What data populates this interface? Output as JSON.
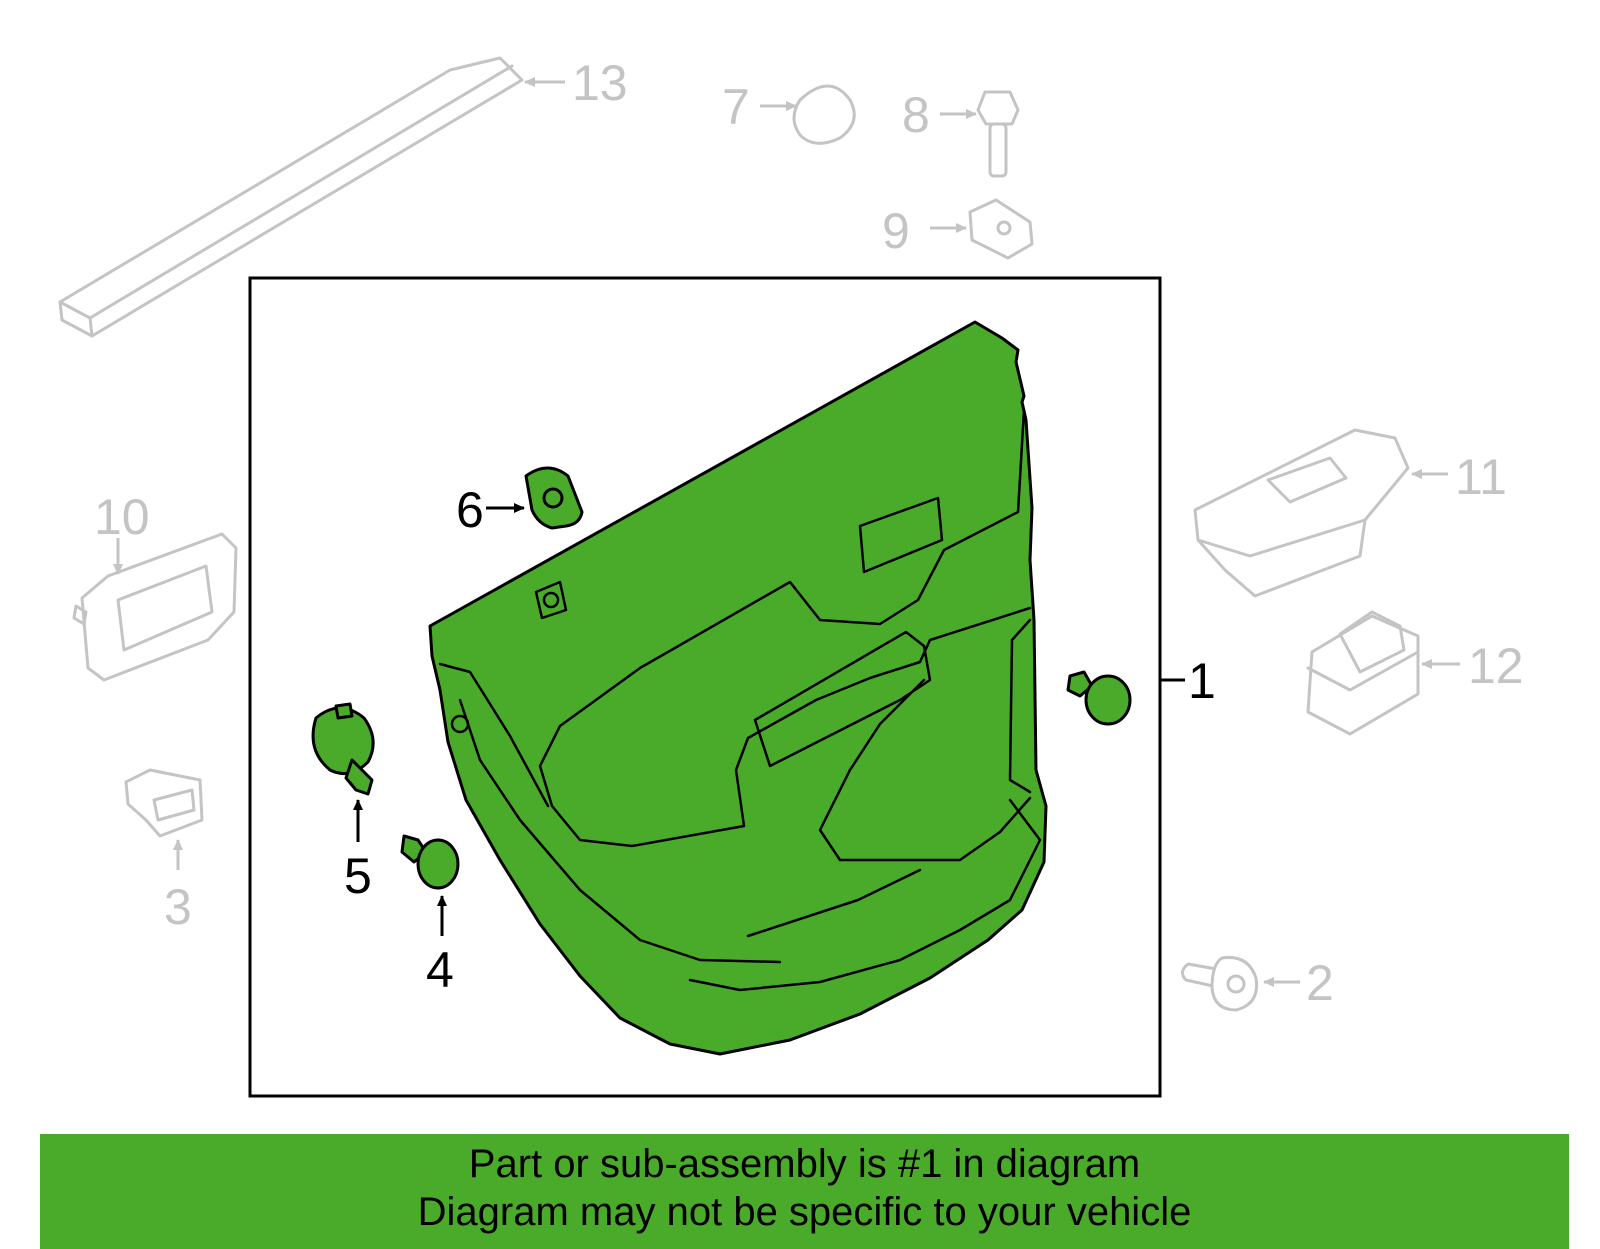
{
  "diagram": {
    "callouts": {
      "c1": "1",
      "c2": "2",
      "c3": "3",
      "c4": "4",
      "c5": "5",
      "c6": "6",
      "c7": "7",
      "c8": "8",
      "c9": "9",
      "c10": "10",
      "c11": "11",
      "c12": "12",
      "c13": "13"
    },
    "colors": {
      "highlight": "#4aab2a",
      "faded": "#c4c4c4",
      "outline": "#000000"
    }
  },
  "banner": {
    "line1": "Part or sub-assembly is #1 in diagram",
    "line2": "Diagram may not be specific to your vehicle"
  }
}
